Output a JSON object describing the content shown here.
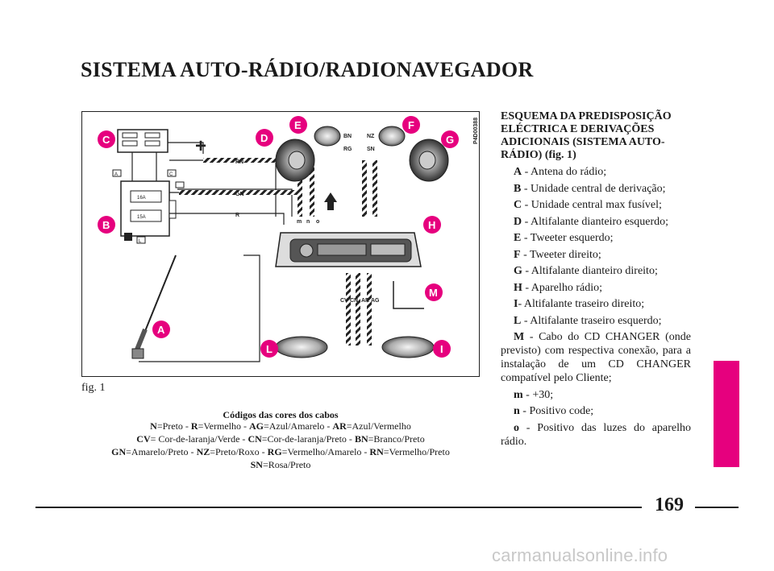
{
  "page": {
    "title": "SISTEMA AUTO-RÁDIO/RADIONAVEGADOR",
    "page_number": "169",
    "watermark": "carmanualsonline.info",
    "accent_color": "#e6007e"
  },
  "figure": {
    "caption": "fig. 1",
    "code": "P4D00388",
    "badges": [
      "A",
      "B",
      "C",
      "D",
      "E",
      "F",
      "G",
      "H",
      "I",
      "L",
      "M"
    ],
    "labels": {
      "small_a": "A",
      "small_c": "C",
      "small_l": "L",
      "fuse_16": "16A",
      "fuse_15": "15A",
      "wire_rn": "RN",
      "wire_gn": "GN",
      "wire_r": "R",
      "wire_bn": "BN",
      "wire_rg": "RG",
      "wire_nz": "NZ",
      "wire_sn": "SN",
      "pin_m": "m",
      "pin_n": "n",
      "pin_o": "o",
      "rear_cv": "CV",
      "rear_cn": "CN",
      "rear_ar": "AR",
      "rear_ag": "AG",
      "plus": "+",
      "minus": "−"
    }
  },
  "color_codes": {
    "title": "Códigos das cores dos cabos",
    "lines": [
      [
        {
          "c": "N",
          "d": "=Preto - "
        },
        {
          "c": "R",
          "d": "=Vermelho - "
        },
        {
          "c": "AG",
          "d": "=Azul/Amarelo - "
        },
        {
          "c": "AR",
          "d": "=Azul/Vermelho"
        }
      ],
      [
        {
          "c": "CV",
          "d": "= Cor-de-laranja/Verde - "
        },
        {
          "c": "CN",
          "d": "=Cor-de-laranja/Preto - "
        },
        {
          "c": "BN",
          "d": "=Branco/Preto"
        }
      ],
      [
        {
          "c": "GN",
          "d": "=Amarelo/Preto - "
        },
        {
          "c": "NZ",
          "d": "=Preto/Roxo - "
        },
        {
          "c": "RG",
          "d": "=Vermelho/Amarelo - "
        },
        {
          "c": "RN",
          "d": "=Vermelho/Preto"
        }
      ],
      [
        {
          "c": "SN",
          "d": "=Rosa/Preto"
        }
      ]
    ]
  },
  "description": {
    "heading_main": "ESQUEMA DA PREDISPOSIÇÃO ELÉCTRICA E DERIVAÇÕES ADICIONAIS (SISTEMA AUTO-RÁDIO) (",
    "heading_fig": "fig. 1",
    "heading_end": ")",
    "items": [
      {
        "key": "A",
        "text": " - Antena do rádio;"
      },
      {
        "key": "B",
        "text": " - Unidade central de derivação;"
      },
      {
        "key": "C",
        "text": " - Unidade central max fusível;"
      },
      {
        "key": "D",
        "text": " - Altifalante dianteiro esquerdo;"
      },
      {
        "key": "E",
        "text": " - Tweeter esquerdo;"
      },
      {
        "key": "F",
        "text": " - Tweeter direito;"
      },
      {
        "key": "G",
        "text": " - Altifalante dianteiro direito;"
      },
      {
        "key": "H",
        "text": " - Aparelho rádio;"
      },
      {
        "key": "I",
        "text": "- Altifalante traseiro direito;"
      },
      {
        "key": "L",
        "text": " - Altifalante traseiro esquerdo;"
      },
      {
        "key": "M",
        "text": " - Cabo do CD CHANGER (onde previsto) com respectiva conexão, para a instalação de um CD CHANGER compatível pelo Cliente;"
      },
      {
        "key": "m",
        "text": " - +30;"
      },
      {
        "key": "n",
        "text": " - Positivo code;"
      },
      {
        "key": "o",
        "text": " - Positivo das luzes do aparelho rádio."
      }
    ]
  }
}
